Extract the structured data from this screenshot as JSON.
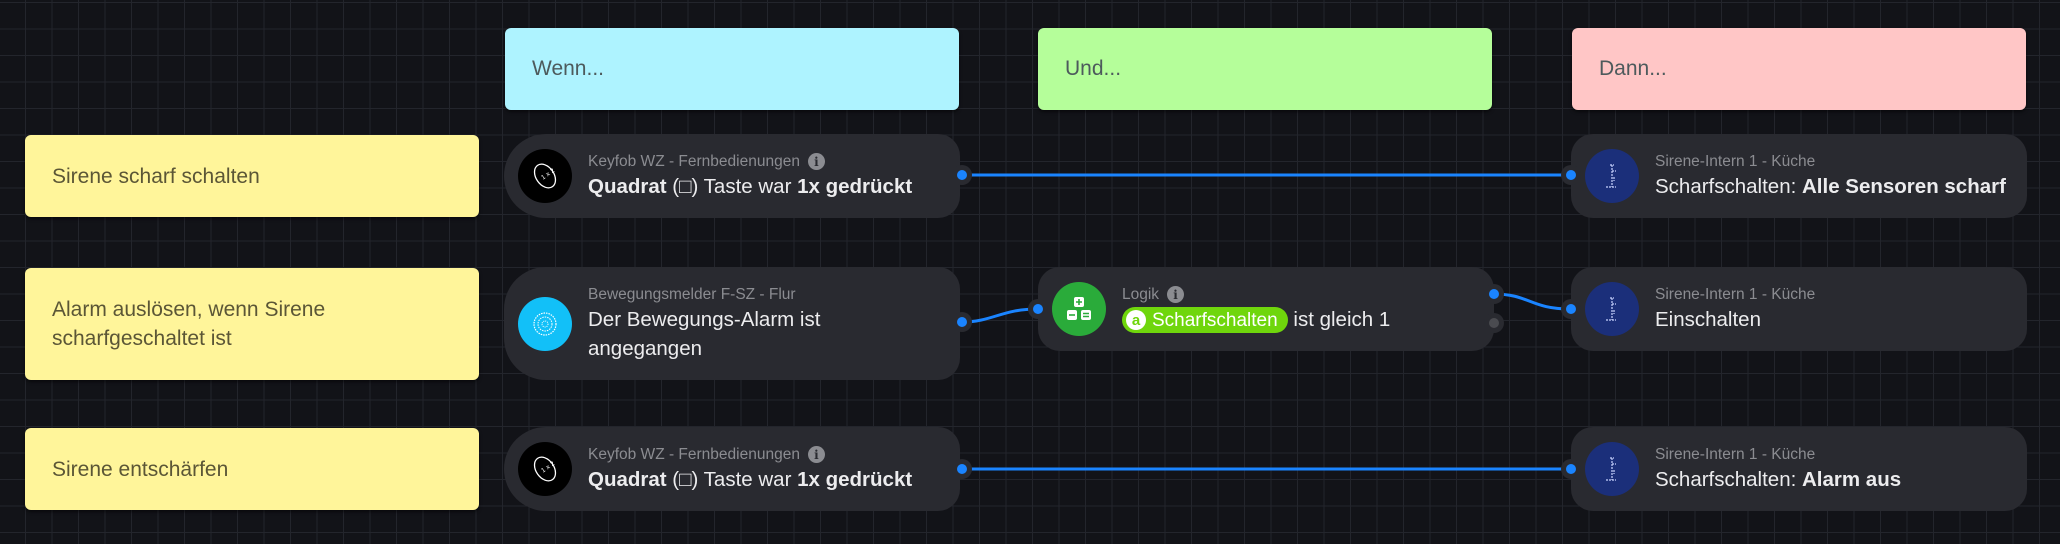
{
  "columns": [
    {
      "id": "wenn",
      "label": "Wenn...",
      "color": "#aef3ff"
    },
    {
      "id": "und",
      "label": "Und...",
      "color": "#b5fe9a"
    },
    {
      "id": "dann",
      "label": "Dann...",
      "color": "#ffc6c6"
    }
  ],
  "rows": [
    {
      "label": "Sirene scharf schalten",
      "trigger": {
        "device": "Keyfob WZ - Fernbedienungen",
        "icon": "keyfob-icon",
        "text_bold_1": "Quadrat",
        "text_symbol": " (□) ",
        "text_plain": "Taste war ",
        "text_bold_2": "1x gedrückt"
      },
      "action": {
        "device": "Sirene-Intern 1 - Küche",
        "icon": "siren-icon",
        "text_plain": "Scharfschalten: ",
        "text_bold": "Alle Sensoren scharf"
      }
    },
    {
      "label": "Alarm auslösen, wenn Sirene scharfgeschaltet ist",
      "trigger": {
        "device": "Bewegungsmelder F-SZ - Flur",
        "icon": "motion-sensor-icon",
        "text": "Der Bewegungs-Alarm ist angegangen"
      },
      "condition": {
        "device": "Logik",
        "icon": "logic-icon",
        "variable_icon_letter": "a",
        "variable": "Scharfschalten",
        "operator_text": "ist gleich 1"
      },
      "action": {
        "device": "Sirene-Intern 1 - Küche",
        "icon": "siren-icon",
        "text": "Einschalten"
      }
    },
    {
      "label": "Sirene entschärfen",
      "trigger": {
        "device": "Keyfob WZ - Fernbedienungen",
        "icon": "keyfob-icon",
        "text_bold_1": "Quadrat",
        "text_symbol": " (□) ",
        "text_plain": "Taste war ",
        "text_bold_2": "1x gedrückt"
      },
      "action": {
        "device": "Sirene-Intern 1 - Küche",
        "icon": "siren-icon",
        "text_plain": "Scharfschalten: ",
        "text_bold": "Alarm aus"
      }
    }
  ],
  "colors": {
    "label_bg": "#fff59a",
    "node_bg": "#292a30",
    "wire": "#1a84ff",
    "keyfob_icon_bg": "#000000",
    "motion_icon_bg": "#12c0f8",
    "logic_icon_bg": "#2aab3a",
    "siren_icon_bg": "#1b2f7a",
    "variable_chip": "#6fd60c"
  }
}
